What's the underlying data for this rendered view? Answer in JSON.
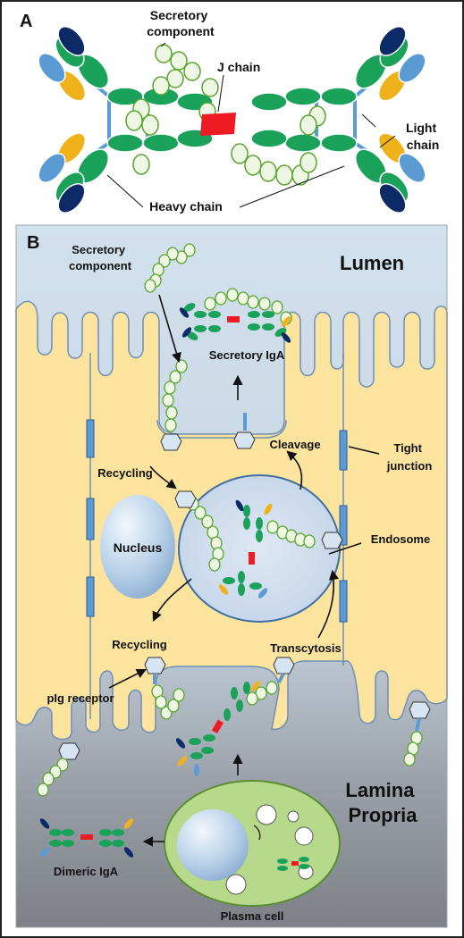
{
  "panel_a": {
    "letter": "A",
    "secretory_component": [
      "Secretory",
      "component"
    ],
    "j_chain": "J chain",
    "light_chain": [
      "Light",
      "chain"
    ],
    "heavy_chain": "Heavy chain"
  },
  "panel_b": {
    "letter": "B",
    "secretory_component": [
      "Secretory",
      "component"
    ],
    "lumen": "Lumen",
    "secretory_iga": "Secretory IgA",
    "cleavage": "Cleavage",
    "tight_junction": [
      "Tight",
      "junction"
    ],
    "recycling_top": "Recycling",
    "nucleus": "Nucleus",
    "endosome": "Endosome",
    "recycling_bottom": "Recycling",
    "transcytosis": "Transcytosis",
    "pig_receptor": "pIg receptor",
    "lamina_propria": [
      "Lamina",
      "Propria"
    ],
    "dimeric_iga": "Dimeric IgA",
    "plasma_cell": "Plasma cell"
  },
  "colors": {
    "heavy": "#1aa15a",
    "light_yellow": "#f0b21b",
    "light_blue": "#5b9bd5",
    "dark_blue": "#0b2a66",
    "j_chain": "#ee1b24",
    "secretory": "#eef6e4",
    "cell": "#fde49e",
    "lumen_top": "#ccdcea",
    "lamina": "#8d8f95",
    "plasma": "#b6d98c"
  }
}
